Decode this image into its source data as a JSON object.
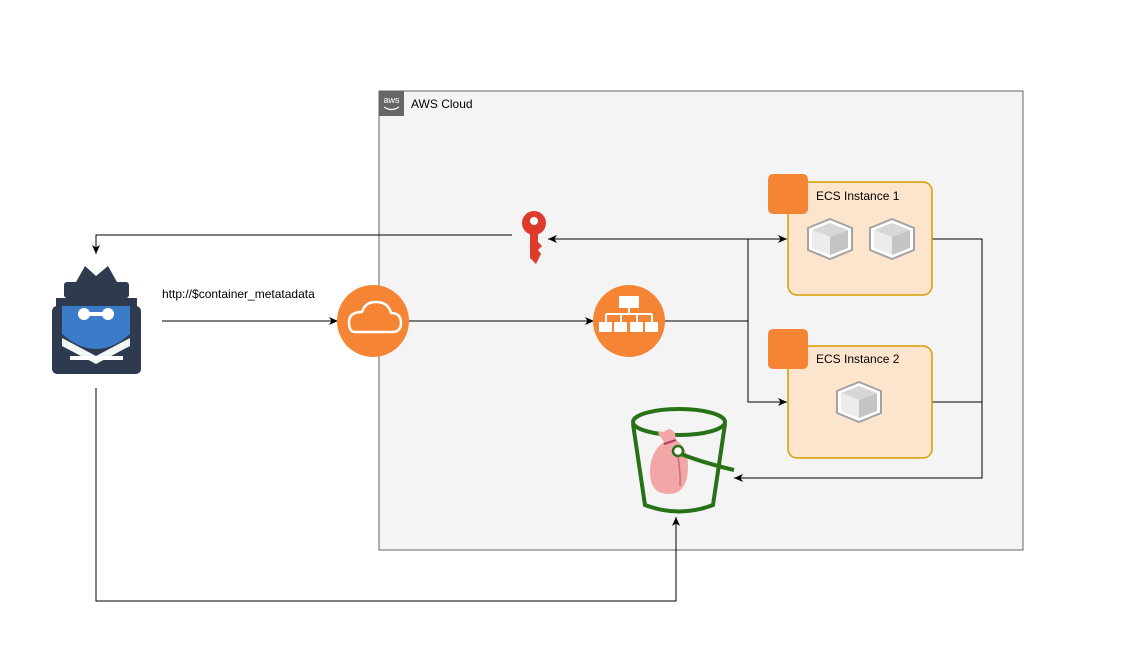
{
  "aws_cloud": {
    "label": "AWS Cloud",
    "logo_text": "aws"
  },
  "request_label": "http://$container_metatadata",
  "ecs_instance_1": {
    "label": "ECS Instance 1"
  },
  "ecs_instance_2": {
    "label": "ECS Instance 2"
  },
  "colors": {
    "cloud_fill": "#f4f4f4",
    "cloud_border": "#666666",
    "aws_orange": "#f58534",
    "ecs_fill": "#fde4cd",
    "ecs_border": "#d79b00",
    "key_red": "#dd3b2b",
    "bucket_green": "#277116",
    "hacker_navy": "#2e3b4e",
    "hacker_blue": "#3a7cc7"
  },
  "icons": [
    "hacker-icon",
    "api-gateway-icon",
    "load-balancer-icon",
    "key-icon",
    "container-icon",
    "s3-bucket-icon",
    "loot-bag-icon",
    "aws-logo-icon"
  ]
}
